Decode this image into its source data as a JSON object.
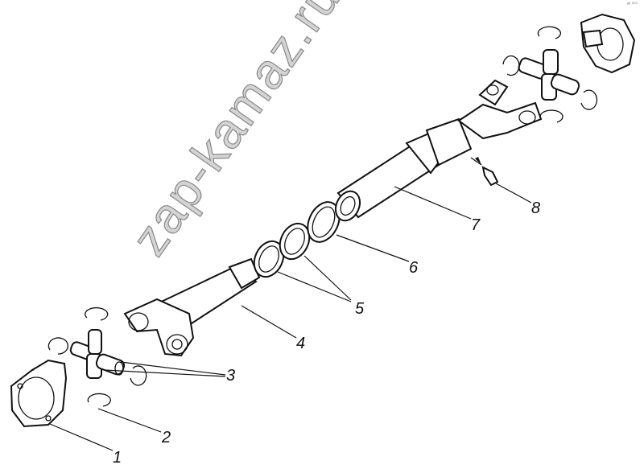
{
  "diagram": {
    "corner_mark": "ᵃᵇ ⁰⁰⁰",
    "watermark": "zap-kamaz.ru",
    "labels": [
      "1",
      "2",
      "3",
      "4",
      "5",
      "6",
      "7",
      "8"
    ]
  }
}
